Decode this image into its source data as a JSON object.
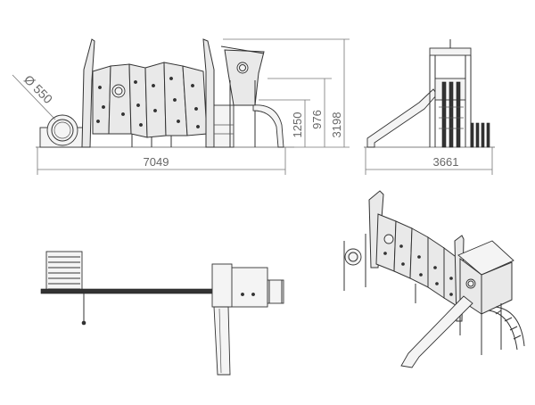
{
  "dimensions": {
    "diameter": "Ø 550",
    "front_width": "7049",
    "side_width": "3661",
    "height_1": "1250",
    "height_2": "976",
    "height_3": "3198"
  }
}
